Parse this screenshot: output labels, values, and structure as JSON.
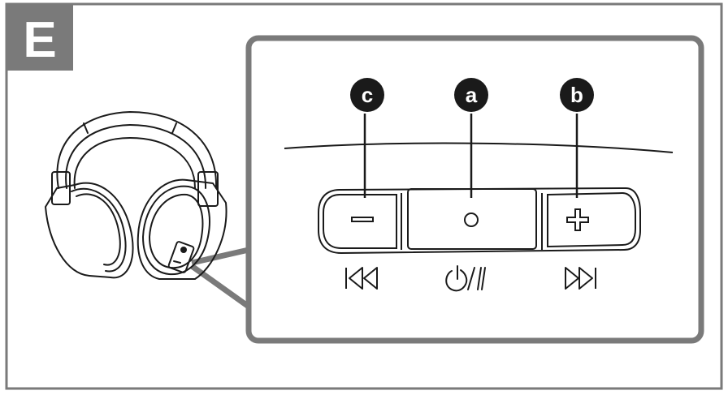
{
  "figure": {
    "section_letter": "E",
    "colors": {
      "frame": "#7a7a7a",
      "badge_bg": "#7a7a7a",
      "badge_text": "#ffffff",
      "line": "#1a1a1a",
      "marker_bg": "#1a1a1a",
      "marker_text": "#ffffff"
    }
  },
  "callouts": [
    {
      "id": "c",
      "label": "c",
      "button": "minus",
      "symbol": "previous-track-icon"
    },
    {
      "id": "a",
      "label": "a",
      "button": "power-play-pause",
      "symbol": "power-play-pause-icon"
    },
    {
      "id": "b",
      "label": "b",
      "button": "plus",
      "symbol": "next-track-icon"
    }
  ],
  "buttons": {
    "minus": {
      "glyph": "−"
    },
    "center": {
      "glyph": "○"
    },
    "plus": {
      "glyph": "+"
    }
  },
  "icons": [
    "headphones-icon",
    "previous-track-icon",
    "power-play-pause-icon",
    "next-track-icon"
  ]
}
